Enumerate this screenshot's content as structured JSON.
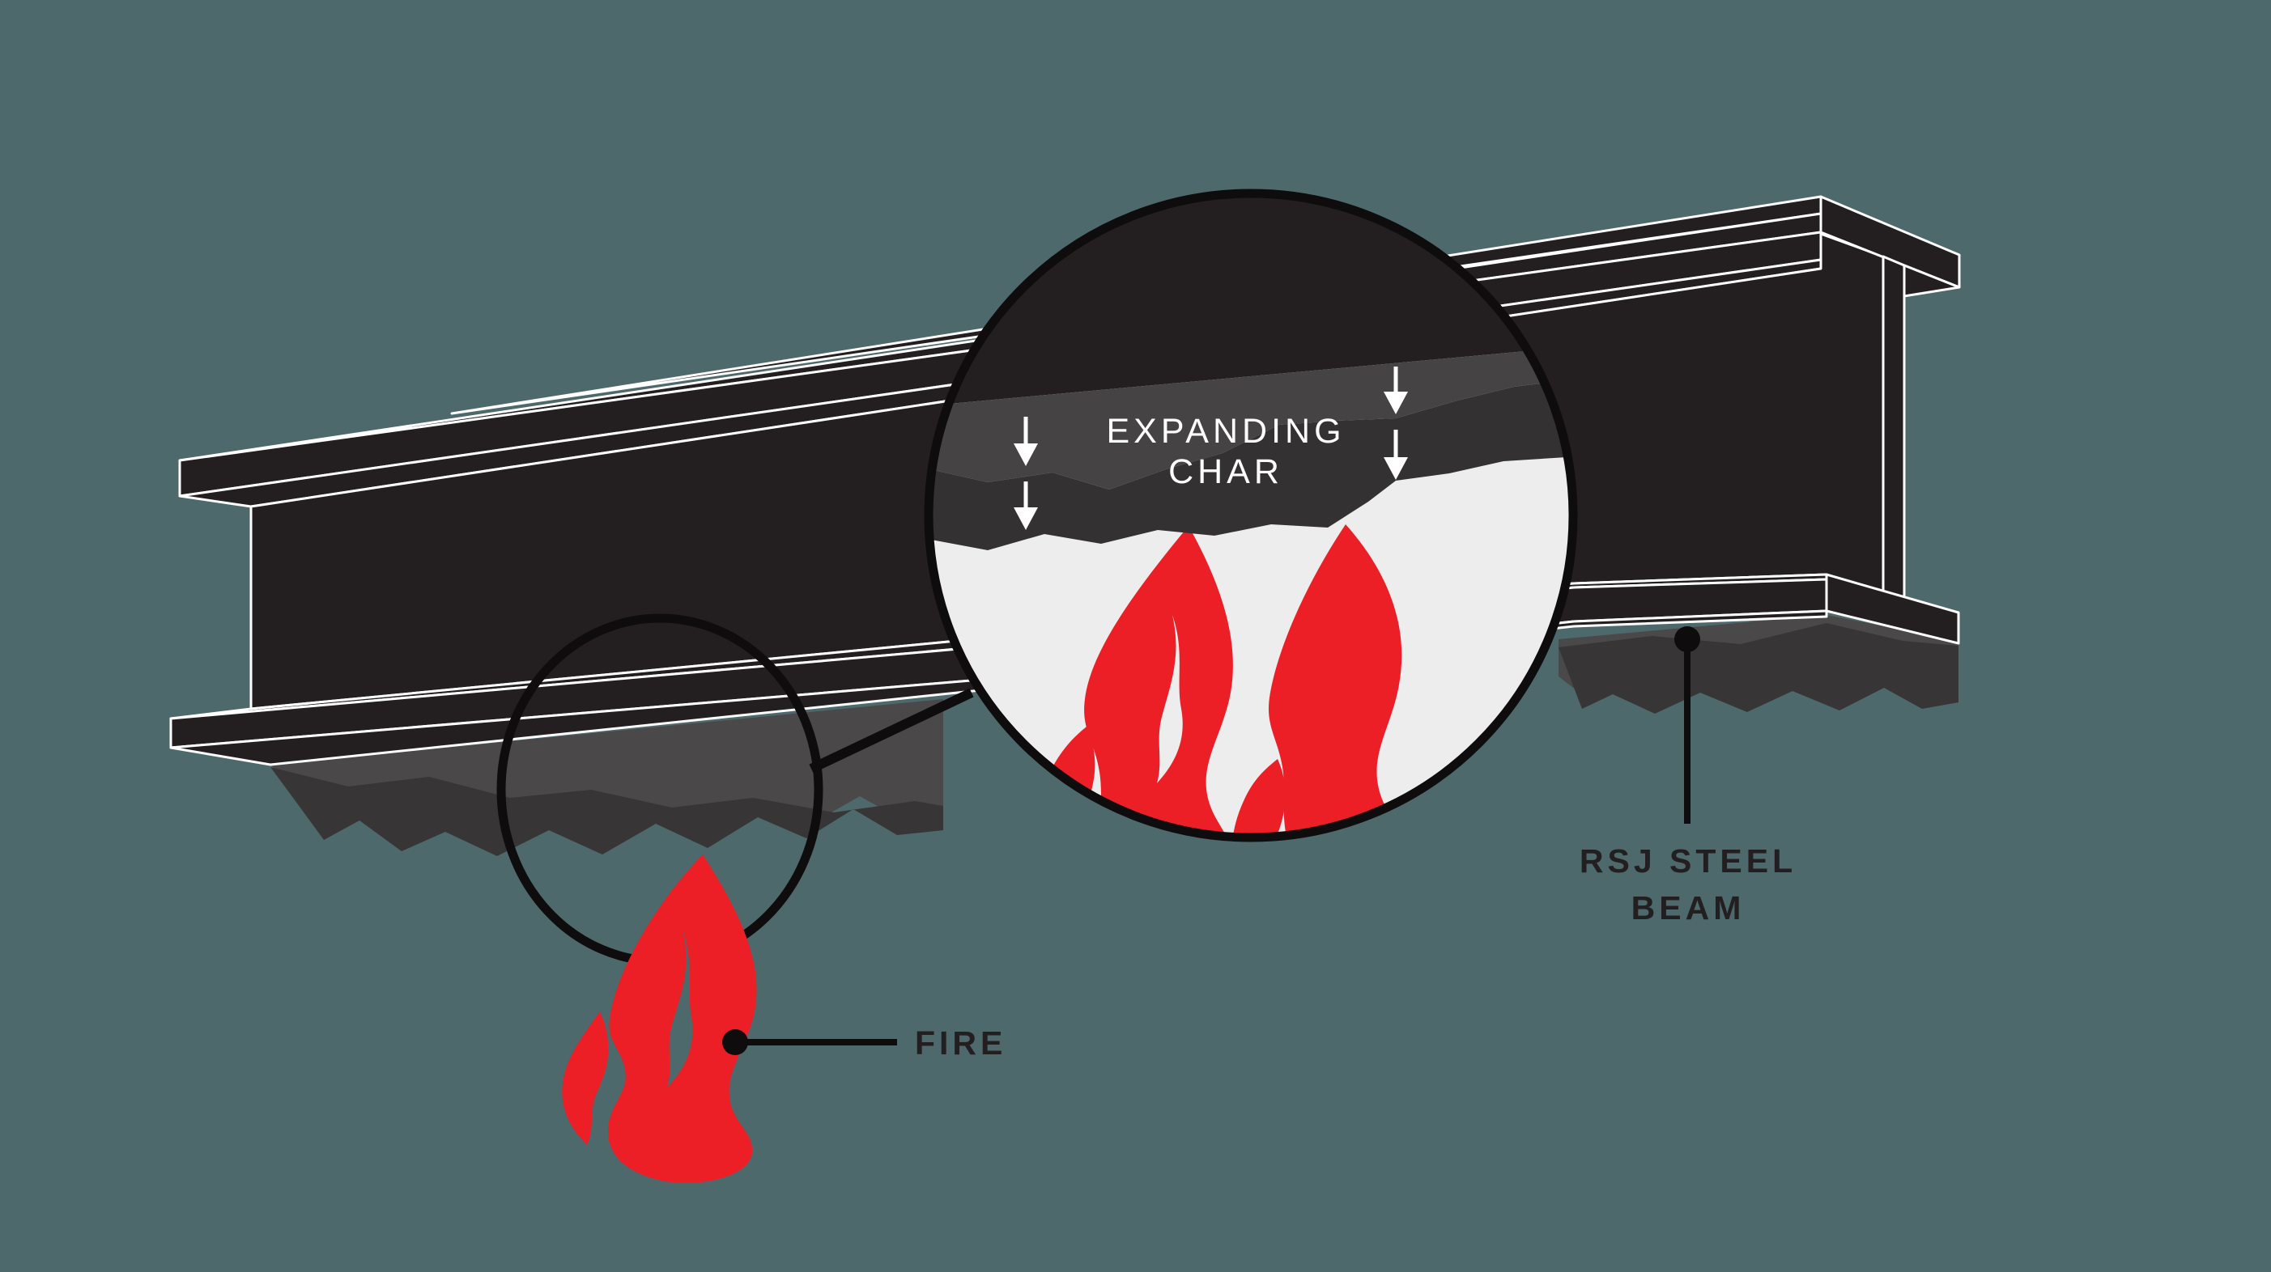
{
  "diagram": {
    "magnifier": {
      "label_line1": "EXPANDING",
      "label_line2": "CHAR"
    },
    "fire_label": "FIRE",
    "beam_label_line1": "RSJ STEEL",
    "beam_label_line2": "BEAM"
  },
  "icons": {
    "flame": "flame-icon",
    "expansion_arrow": "down-arrow-icon",
    "magnifier": "magnifier-circle",
    "detail_marker": "detail-circle"
  },
  "colors": {
    "background": "#4d696c",
    "beam_black": "#231f20",
    "char_light": "#4a4849",
    "char_dark": "#373536",
    "magnifier_char_light": "#454344",
    "magnifier_char_dark": "#333132",
    "magnifier_fill": "#ededed",
    "flame_red": "#ec1f27",
    "outline_white": "#ffffff",
    "line_black": "#0e0c0d",
    "label_text": "#231f20",
    "magnifier_text": "#ffffff",
    "arrow_white": "#ffffff"
  }
}
